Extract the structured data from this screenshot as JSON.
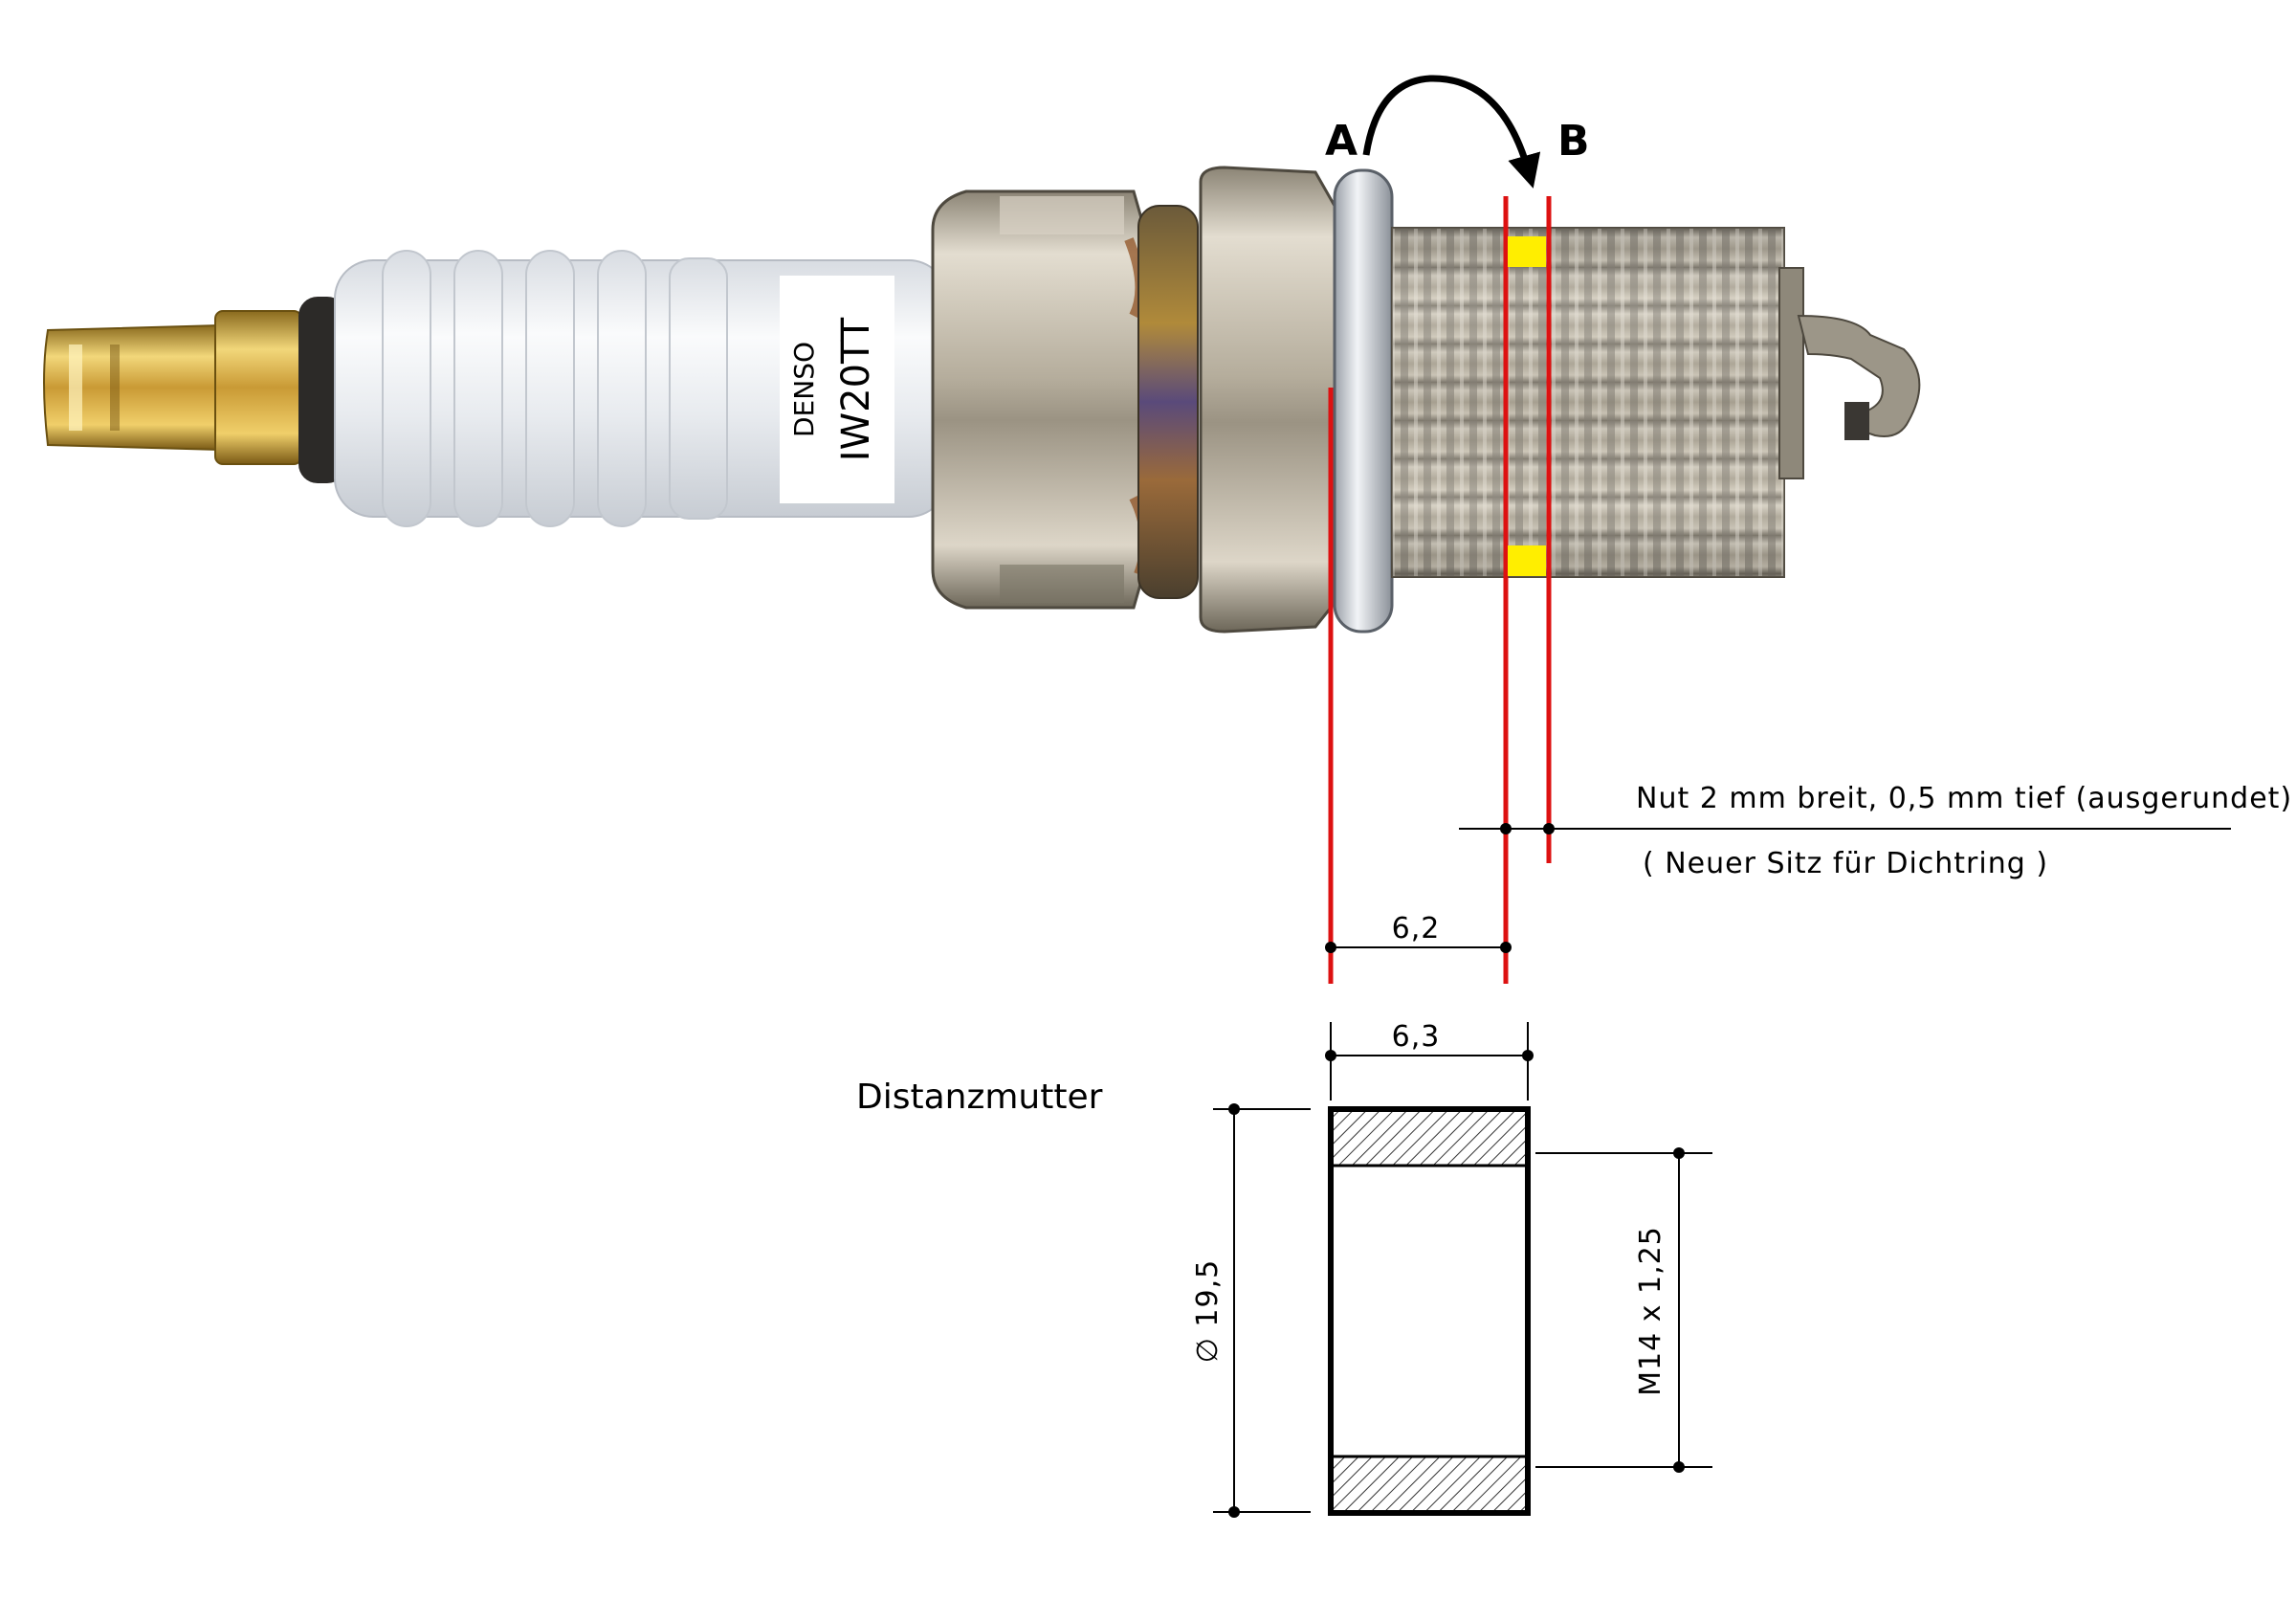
{
  "spark_plug": {
    "brand": "DENSO",
    "model": "IW20TT"
  },
  "markers": {
    "a": "A",
    "b": "B"
  },
  "groove": {
    "line1": "Nut 2 mm breit, 0,5 mm tief (ausgerundet)",
    "line2": "( Neuer Sitz für Dichtring )"
  },
  "dimensions": {
    "a_to_b": "6,2",
    "nut_width": "6,3",
    "outer_diameter": "∅ 19,5",
    "thread": "M14 x 1,25"
  },
  "part": {
    "title": "Distanzmutter"
  },
  "colors": {
    "red_line": "#dd1111",
    "yellow_mark": "#ffee00"
  }
}
